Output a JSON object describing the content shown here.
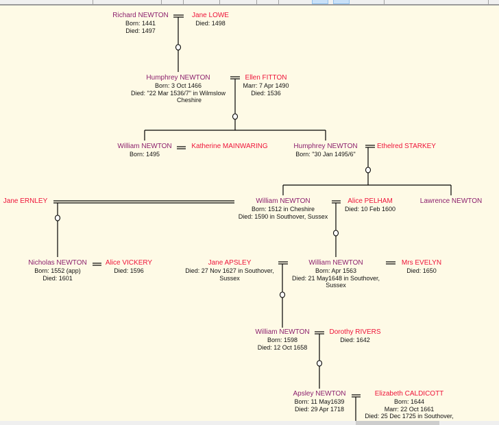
{
  "colors": {
    "background": "#fefae6",
    "male": "#8b1e6c",
    "female": "#ee1238"
  },
  "persons": [
    {
      "id": "richard",
      "name": "Richard NEWTON",
      "sex": "m",
      "details": [
        "Born: 1441",
        "Died: 1497"
      ]
    },
    {
      "id": "jane_lowe",
      "name": "Jane LOWE",
      "sex": "f",
      "details": [
        "Died: 1498"
      ]
    },
    {
      "id": "humphrey1",
      "name": "Humphrey NEWTON",
      "sex": "m",
      "details": [
        "Born: 3 Oct 1466",
        "Died: \"22 Mar 1536/7\" in Wilmslow",
        "Cheshire"
      ]
    },
    {
      "id": "ellen",
      "name": "Ellen FITTON",
      "sex": "f",
      "details": [
        "Marr: 7 Apr 1490",
        "Died: 1536"
      ]
    },
    {
      "id": "william1",
      "name": "William NEWTON",
      "sex": "m",
      "details": [
        "Born: 1495"
      ]
    },
    {
      "id": "katherine",
      "name": "Katherine MAINWARING",
      "sex": "f",
      "details": []
    },
    {
      "id": "humphrey2",
      "name": "Humphrey NEWTON",
      "sex": "m",
      "details": [
        "Born: \"30 Jan 1495/6\""
      ]
    },
    {
      "id": "ethelred",
      "name": "Ethelred STARKEY",
      "sex": "f",
      "details": []
    },
    {
      "id": "jane_ernley",
      "name": "Jane ERNLEY",
      "sex": "f",
      "details": []
    },
    {
      "id": "william2",
      "name": "William NEWTON",
      "sex": "m",
      "details": [
        "Born: 1512 in Cheshire",
        "Died: 1590 in Southover, Sussex"
      ]
    },
    {
      "id": "alice_pelham",
      "name": "Alice PELHAM",
      "sex": "f",
      "details": [
        "Died: 10 Feb 1600"
      ]
    },
    {
      "id": "lawrence",
      "name": "Lawrence NEWTON",
      "sex": "m",
      "details": []
    },
    {
      "id": "nicholas",
      "name": "Nicholas NEWTON",
      "sex": "m",
      "details": [
        "Born: 1552 (app)",
        "Died: 1601"
      ]
    },
    {
      "id": "alice_vickery",
      "name": "Alice VICKERY",
      "sex": "f",
      "details": [
        "Died: 1596"
      ]
    },
    {
      "id": "jane_apsley",
      "name": "Jane APSLEY",
      "sex": "f",
      "details": [
        "Died: 27 Nov 1627 in Southover,",
        "Sussex"
      ]
    },
    {
      "id": "william3",
      "name": "William NEWTON",
      "sex": "m",
      "details": [
        "Born: Apr 1563",
        "Died: 21 May1648 in Southover,",
        "Sussex"
      ]
    },
    {
      "id": "mrs_evelyn",
      "name": "Mrs EVELYN",
      "sex": "f",
      "details": [
        "Died: 1650"
      ]
    },
    {
      "id": "william4",
      "name": "William NEWTON",
      "sex": "m",
      "details": [
        "Born: 1598",
        "Died: 12 Oct 1658"
      ]
    },
    {
      "id": "dorothy",
      "name": "Dorothy RIVERS",
      "sex": "f",
      "details": [
        "Died: 1642"
      ]
    },
    {
      "id": "apsley",
      "name": "Apsley NEWTON",
      "sex": "m",
      "details": [
        "Born: 11 May1639",
        "Died: 29 Apr 1718"
      ]
    },
    {
      "id": "elizabeth",
      "name": "Elizabeth CALDICOTT",
      "sex": "f",
      "details": [
        "Born: 1644",
        "Marr: 22 Oct 1661",
        "Died: 25 Dec 1725 in Southover,"
      ]
    }
  ]
}
